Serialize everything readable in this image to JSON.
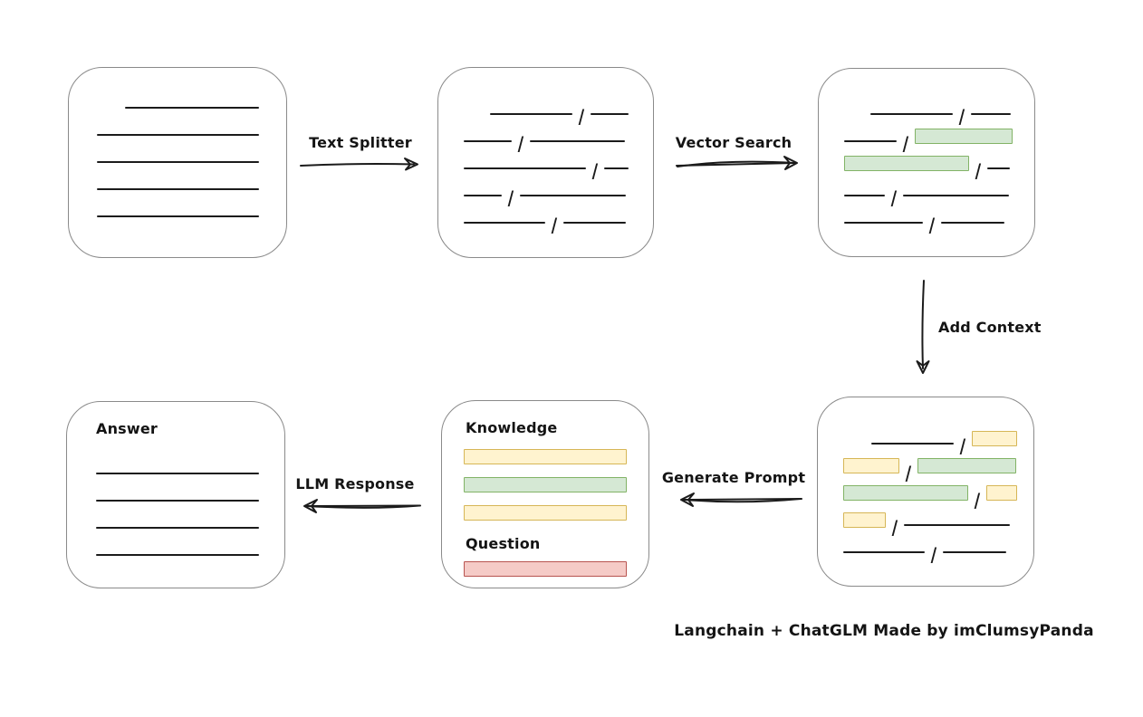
{
  "footer": {
    "credit": "Langchain + ChatGLM Made by imClumsyPanda"
  },
  "colors": {
    "stroke": "#1b1b1b",
    "box_border": "#8a8a8a",
    "green_fill": "#d5e8d4",
    "green_border": "#82b366",
    "yellow_fill": "#fff3cf",
    "yellow_border": "#d6b656",
    "red_fill": "#f5cbc7",
    "red_border": "#b85450"
  },
  "arrows": {
    "text_splitter": {
      "label": "Text Splitter"
    },
    "vector_search": {
      "label": "Vector Search"
    },
    "add_context": {
      "label": "Add Context"
    },
    "generate_prompt": {
      "label": "Generate Prompt"
    },
    "llm_response": {
      "label": "LLM Response"
    }
  },
  "boxes": {
    "document": {
      "rows": [
        {
          "ml": 31,
          "segments": [
            {
              "type": "line",
              "w": 148
            }
          ]
        },
        {
          "ml": 0,
          "segments": [
            {
              "type": "line",
              "w": 179
            }
          ]
        },
        {
          "ml": 0,
          "segments": [
            {
              "type": "line",
              "w": 179
            }
          ]
        },
        {
          "ml": 0,
          "segments": [
            {
              "type": "line",
              "w": 179
            }
          ]
        },
        {
          "ml": 0,
          "segments": [
            {
              "type": "line",
              "w": 179
            }
          ]
        }
      ]
    },
    "chunks": {
      "rows": [
        {
          "ml": 29,
          "segments": [
            {
              "type": "line",
              "w": 91
            },
            {
              "type": "line",
              "w": 42
            }
          ]
        },
        {
          "ml": 0,
          "segments": [
            {
              "type": "line",
              "w": 53
            },
            {
              "type": "line",
              "w": 105
            }
          ]
        },
        {
          "ml": 0,
          "segments": [
            {
              "type": "line",
              "w": 135
            },
            {
              "type": "line",
              "w": 27
            }
          ]
        },
        {
          "ml": 0,
          "segments": [
            {
              "type": "line",
              "w": 42
            },
            {
              "type": "line",
              "w": 117
            }
          ]
        },
        {
          "ml": 0,
          "segments": [
            {
              "type": "line",
              "w": 90
            },
            {
              "type": "line",
              "w": 69
            }
          ]
        }
      ]
    },
    "search_results": {
      "rows": [
        {
          "ml": 29,
          "segments": [
            {
              "type": "line",
              "w": 91
            },
            {
              "type": "line",
              "w": 44
            }
          ]
        },
        {
          "ml": 0,
          "segments": [
            {
              "type": "line",
              "w": 58
            },
            {
              "type": "green",
              "w": 106
            }
          ]
        },
        {
          "ml": 0,
          "segments": [
            {
              "type": "green",
              "w": 136
            },
            {
              "type": "line",
              "w": 25
            }
          ]
        },
        {
          "ml": 0,
          "segments": [
            {
              "type": "line",
              "w": 45
            },
            {
              "type": "line",
              "w": 117
            }
          ]
        },
        {
          "ml": 0,
          "segments": [
            {
              "type": "line",
              "w": 87
            },
            {
              "type": "line",
              "w": 70
            }
          ]
        }
      ]
    },
    "context": {
      "rows": [
        {
          "ml": 31,
          "segments": [
            {
              "type": "line",
              "w": 91
            },
            {
              "type": "yellow",
              "w": 48
            }
          ]
        },
        {
          "ml": 0,
          "segments": [
            {
              "type": "yellow",
              "w": 60
            },
            {
              "type": "green",
              "w": 107
            }
          ]
        },
        {
          "ml": 0,
          "segments": [
            {
              "type": "green",
              "w": 136
            },
            {
              "type": "yellow",
              "w": 32
            }
          ]
        },
        {
          "ml": 0,
          "segments": [
            {
              "type": "yellow",
              "w": 45
            },
            {
              "type": "line",
              "w": 117
            }
          ]
        },
        {
          "ml": 0,
          "segments": [
            {
              "type": "line",
              "w": 90
            },
            {
              "type": "line",
              "w": 70
            }
          ]
        }
      ]
    },
    "prompt": {
      "knowledge_label": "Knowledge",
      "question_label": "Question",
      "knowledge_bars": [
        "yellow",
        "green",
        "yellow"
      ],
      "question_bars": [
        "red"
      ]
    },
    "answer": {
      "label": "Answer",
      "rows": [
        {
          "ml": 0,
          "segments": [
            {
              "type": "line",
              "w": 180
            }
          ]
        },
        {
          "ml": 0,
          "segments": [
            {
              "type": "line",
              "w": 180
            }
          ]
        },
        {
          "ml": 0,
          "segments": [
            {
              "type": "line",
              "w": 180
            }
          ]
        },
        {
          "ml": 0,
          "segments": [
            {
              "type": "line",
              "w": 180
            }
          ]
        }
      ]
    }
  }
}
